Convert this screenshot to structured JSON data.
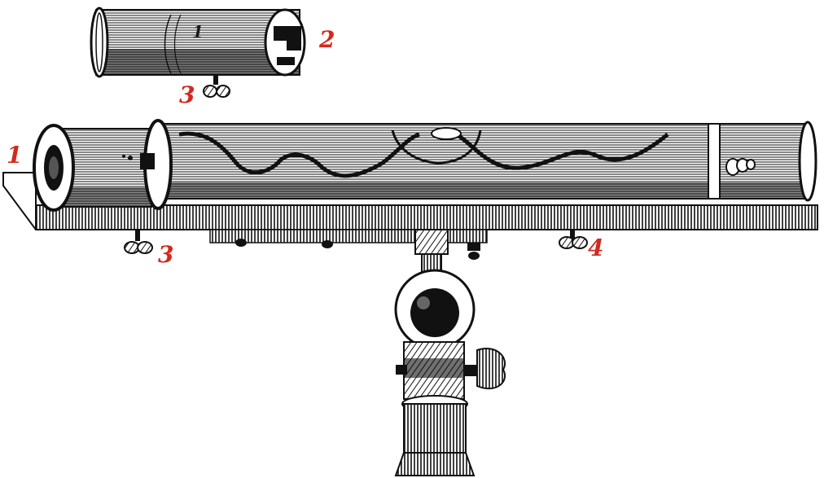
{
  "colors": {
    "ink": "#111111",
    "paper": "#ffffff",
    "label": "#d22a1e"
  },
  "labels": {
    "detail_part_1": "1",
    "detail_part_2": "2",
    "detail_part_3": "3",
    "main_part_1": "1",
    "main_part_3": "3",
    "main_part_4": "4"
  }
}
